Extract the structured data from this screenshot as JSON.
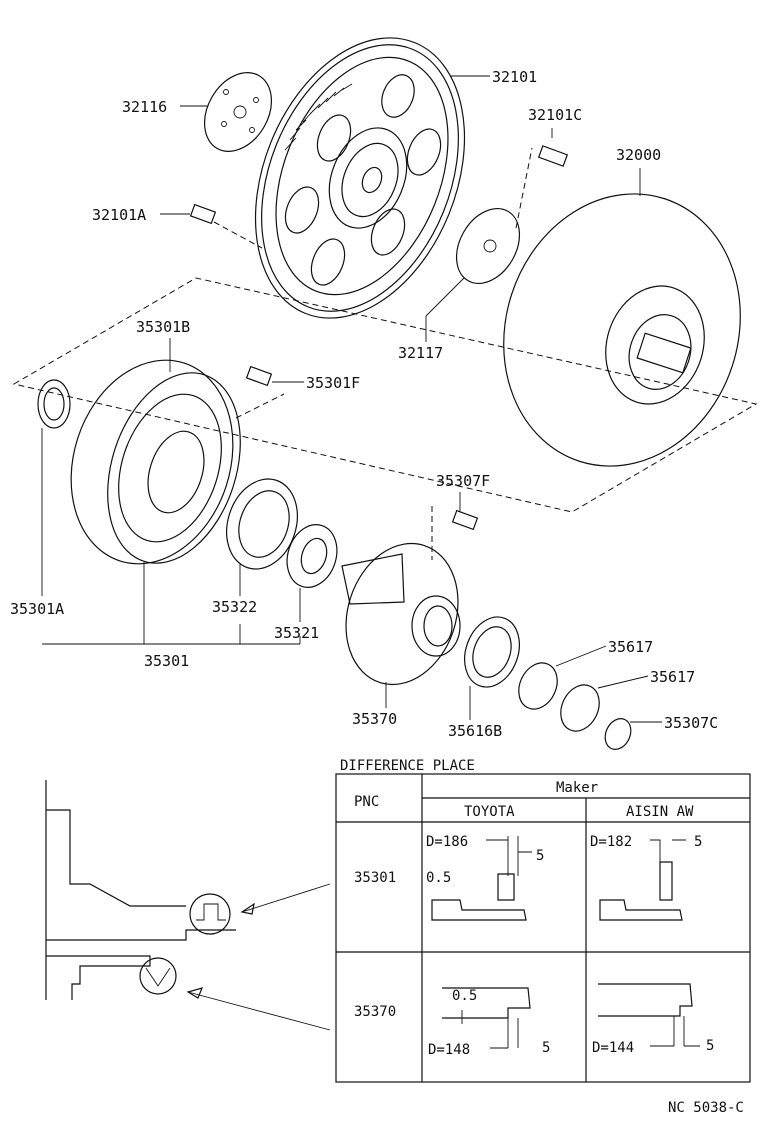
{
  "parts": {
    "p32101": "32101",
    "p32116": "32116",
    "p32101C": "32101C",
    "p32000": "32000",
    "p32101A": "32101A",
    "p32117": "32117",
    "p35301B": "35301B",
    "p35301F": "35301F",
    "p35307F": "35307F",
    "p35301A": "35301A",
    "p35322": "35322",
    "p35321": "35321",
    "p35301": "35301",
    "p35617a": "35617",
    "p35617b": "35617",
    "p35370": "35370",
    "p35616B": "35616B",
    "p35307C": "35307C"
  },
  "table": {
    "title": "DIFFERENCE PLACE",
    "col_pnc": "PNC",
    "col_maker": "Maker",
    "maker_1": "TOYOTA",
    "maker_2": "AISIN AW",
    "rows": [
      {
        "pnc": "35301",
        "toyota_d": "D=186",
        "toyota_t": "5",
        "toyota_s": "0.5",
        "aisin_d": "D=182",
        "aisin_t": "5"
      },
      {
        "pnc": "35370",
        "toyota_d": "D=148",
        "toyota_t": "5",
        "toyota_s": "0.5",
        "aisin_d": "D=144",
        "aisin_t": "5"
      }
    ]
  },
  "code": "NC 5038-C"
}
